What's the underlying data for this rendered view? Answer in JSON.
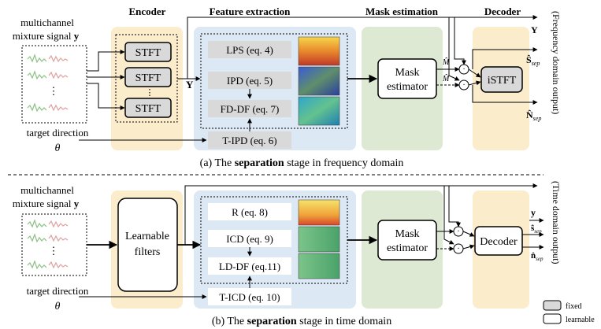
{
  "top": {
    "headers": {
      "encoder": "Encoder",
      "feature_extraction": "Feature extraction",
      "mask_estimation": "Mask estimation",
      "decoder": "Decoder"
    },
    "input_label_line1": "multichannel",
    "input_label_line2": "mixture signal",
    "input_symbol": "y",
    "stft_label": "STFT",
    "stft_dots": "⋮",
    "Y_symbol": "Y",
    "features": {
      "lps": "LPS (eq. 4)",
      "ipd": "IPD (eq. 5)",
      "fddf": "FD-DF (eq. 7)",
      "tipd": "T-IPD (eq. 6)"
    },
    "mask_line1": "Mask",
    "mask_line2": "estimator",
    "mhat": "M̂",
    "istft": "iSTFT",
    "out_Y": "Y",
    "out_S": "Ŝ",
    "out_S_sub": "sep",
    "out_N": "N̂",
    "out_N_sub": "sep",
    "side_label": "(Frequency domain output)",
    "target_line1": "target direction",
    "theta": "θ",
    "caption_prefix": "(a) The ",
    "caption_bold": "separation",
    "caption_suffix": " stage in frequency domain"
  },
  "bottom": {
    "input_label_line1": "multichannel",
    "input_label_line2": "mixture signal",
    "input_symbol": "y",
    "learnable_line1": "Learnable",
    "learnable_line2": "filters",
    "features": {
      "r": "R (eq. 8)",
      "icd": "ICD (eq. 9)",
      "lddf": "LD-DF (eq.11)",
      "ticd": "T-ICD (eq. 10)"
    },
    "mask_line1": "Mask",
    "mask_line2": "estimator",
    "decoder": "Decoder",
    "out_y": "y",
    "out_s": "ŝ",
    "out_s_sub": "sep",
    "out_n": "n̂",
    "out_n_sub": "sep",
    "side_label": "(Time domain output)",
    "target_line1": "target direction",
    "theta": "θ",
    "caption_prefix": "(b) The ",
    "caption_bold": "separation",
    "caption_suffix": " stage in time domain"
  },
  "legend": {
    "fixed": "fixed",
    "learnable": "learnable"
  },
  "colors": {
    "encoder_bg": "#fbeccb",
    "feature_bg": "#dce8f4",
    "mask_bg": "#dde9d2",
    "decoder_bg": "#fbeccb",
    "box_gray": "#d9d9d9"
  }
}
